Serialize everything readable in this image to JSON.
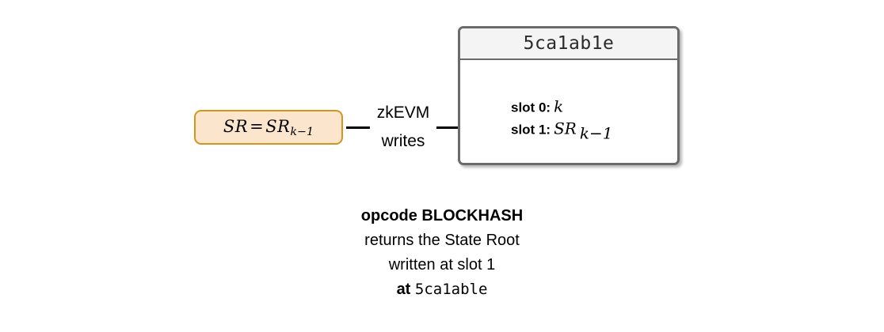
{
  "diagram": {
    "source_box": {
      "name": "state-root-box",
      "expr_lhs": "SR",
      "operator": "=",
      "expr_rhs_base": "SR",
      "expr_rhs_sub": "k−1",
      "fill_color": "#fbe5cd",
      "border_color": "#d4951f"
    },
    "edge": {
      "name": "zkevm-writes-edge",
      "label_line1": "zkEVM",
      "label_line2": "writes",
      "color": "#000000"
    },
    "contract": {
      "name": "scalable-contract",
      "address": "5ca1ab1e",
      "border_color": "#6b6b6b",
      "header_bg": "#f4f4f4",
      "slots": [
        {
          "key": "slot 0:",
          "value_base": "k",
          "value_sub": ""
        },
        {
          "key": "slot 1:",
          "value_base": "SR",
          "value_sub": "k−1"
        }
      ]
    },
    "caption": {
      "line1": "opcode BLOCKHASH",
      "line2": "returns the State Root",
      "line3": "written at slot 1",
      "line4_prefix": "at",
      "line4_mono": "5ca1able"
    }
  }
}
